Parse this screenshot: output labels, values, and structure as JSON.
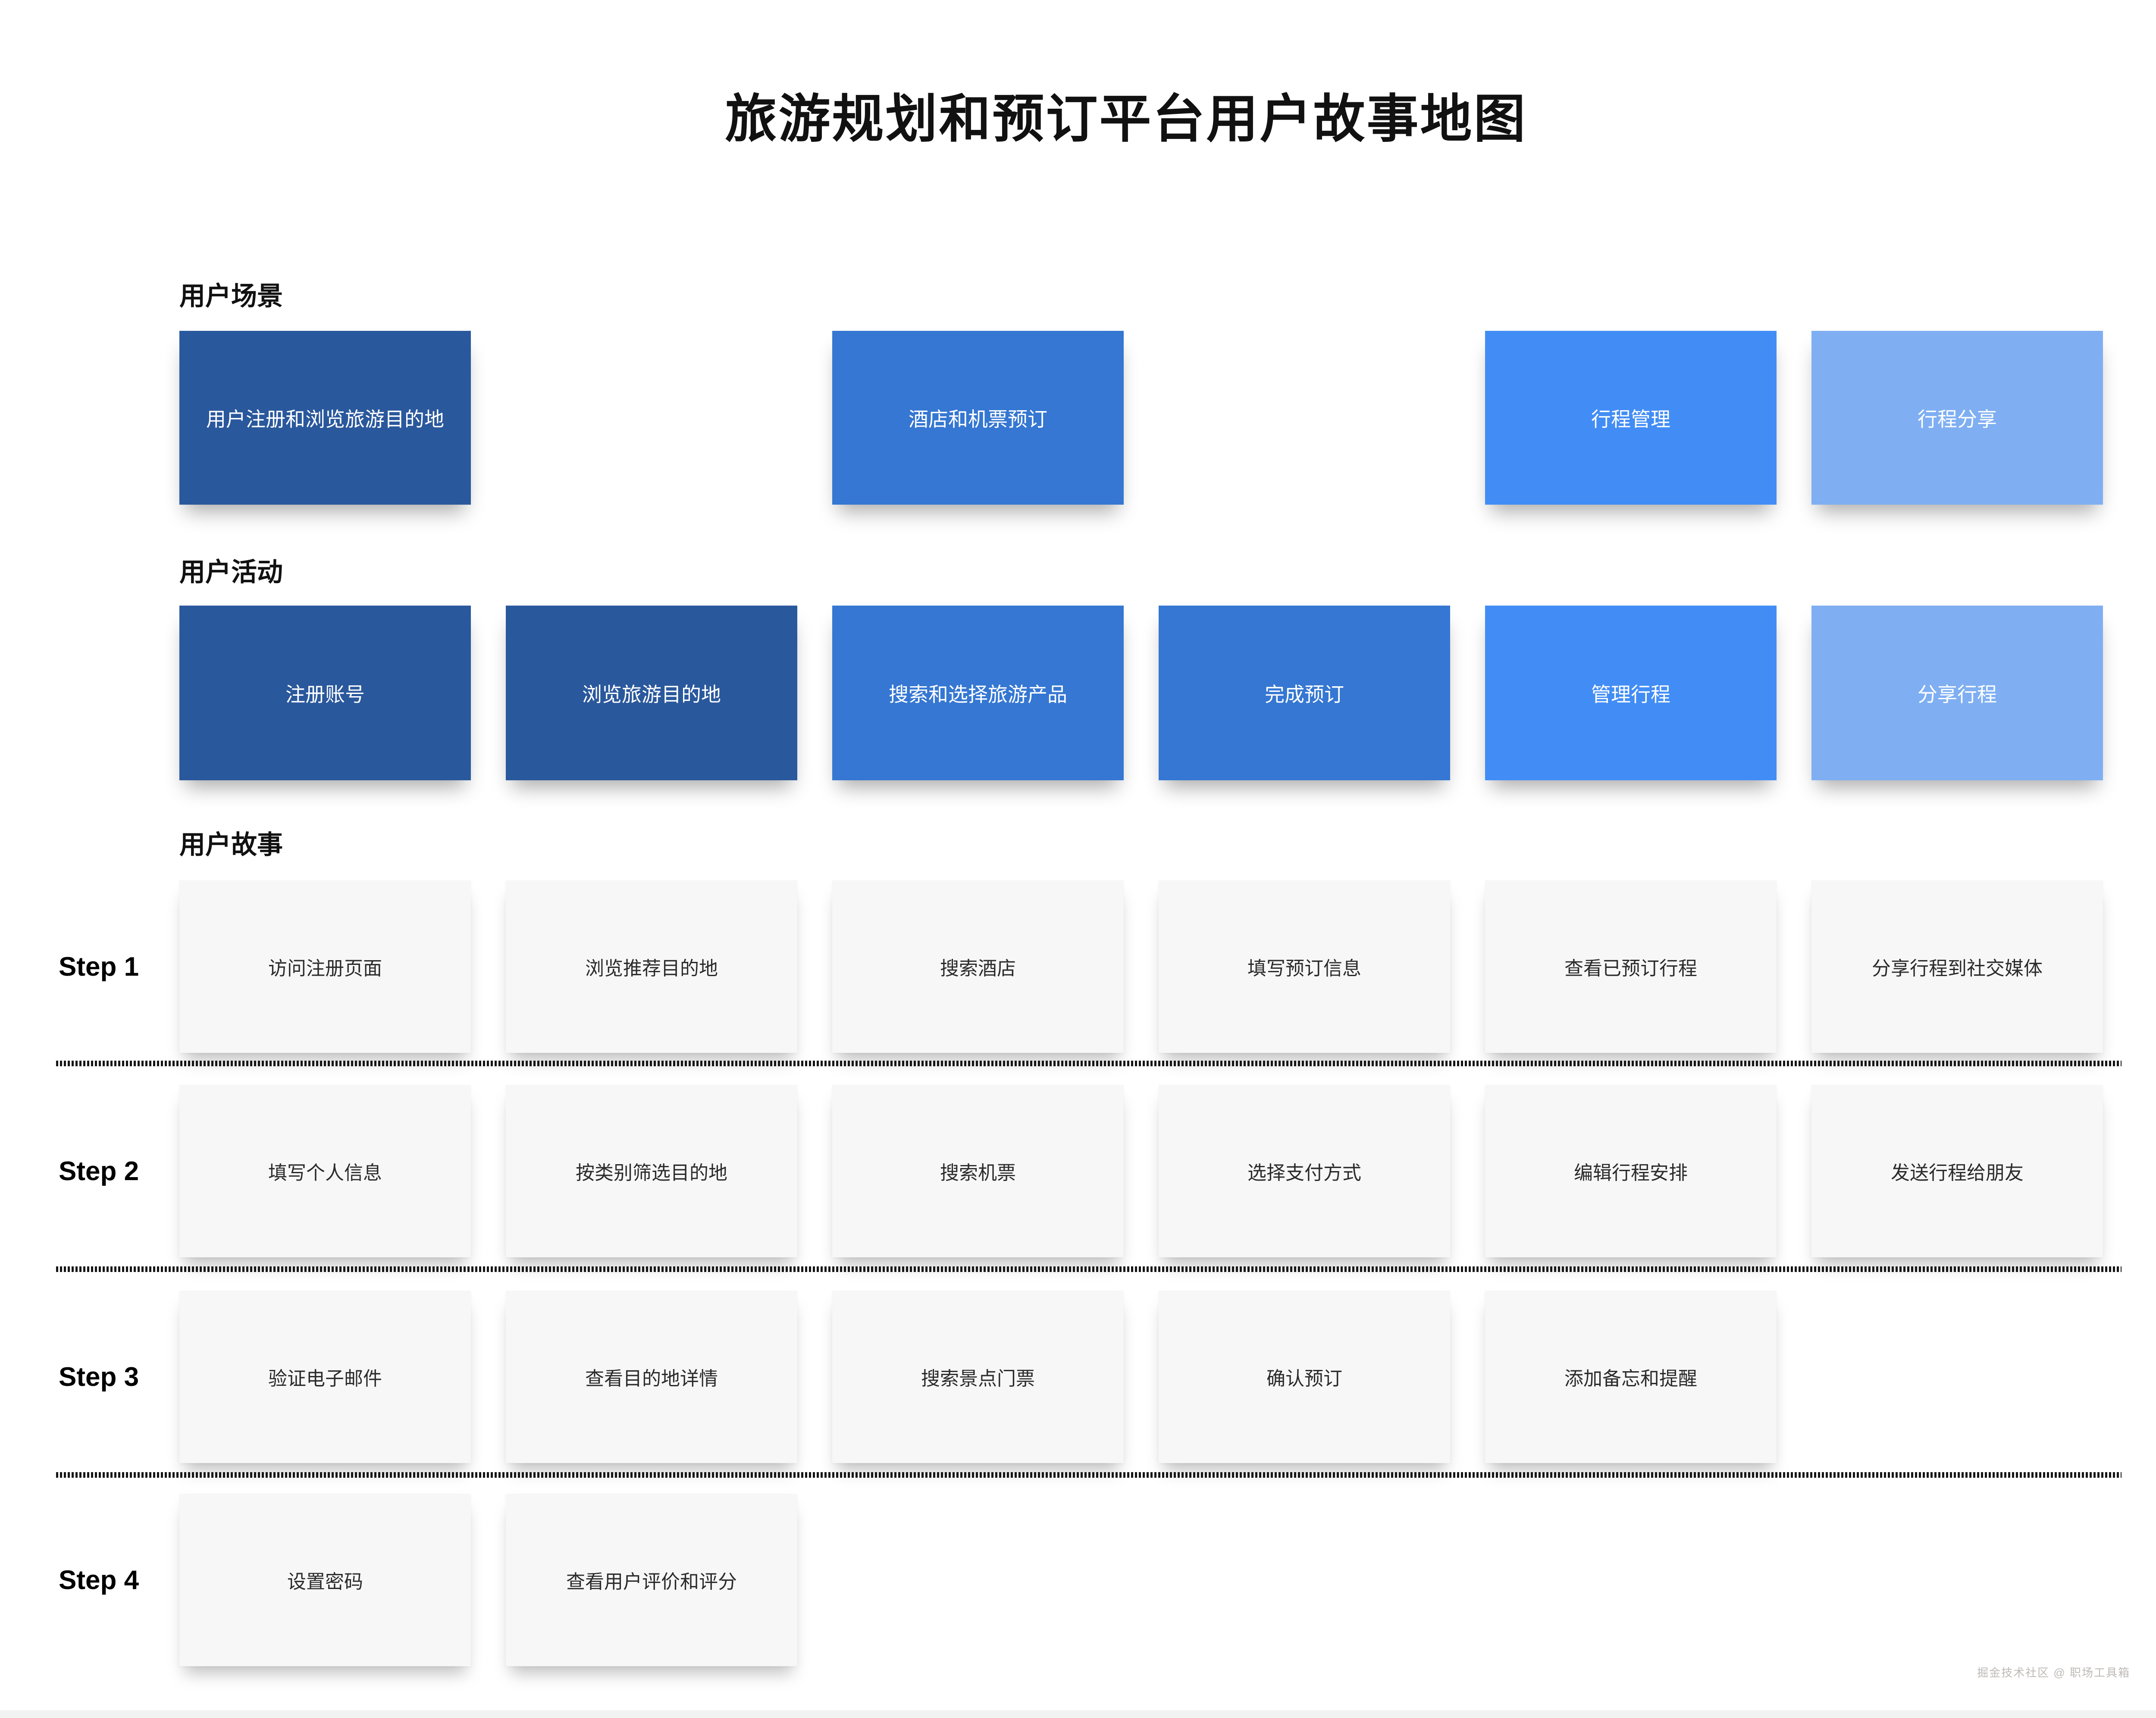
{
  "title": "旅游规划和预订平台用户故事地图",
  "sections": {
    "scenarios_label": "用户场景",
    "activities_label": "用户活动",
    "stories_label": "用户故事"
  },
  "scenarios": [
    {
      "label": "用户注册和浏览旅游目的地",
      "color": "#2A589C"
    },
    {
      "label": "酒店和机票预订",
      "color": "#3577D2"
    },
    {
      "label": "行程管理",
      "color": "#428DF5"
    },
    {
      "label": "行程分享",
      "color": "#7FAFF2"
    }
  ],
  "activities": [
    {
      "label": "注册账号",
      "color": "#2A589C"
    },
    {
      "label": "浏览旅游目的地",
      "color": "#2A589C"
    },
    {
      "label": "搜索和选择旅游产品",
      "color": "#3577D2"
    },
    {
      "label": "完成预订",
      "color": "#3577D2"
    },
    {
      "label": "管理行程",
      "color": "#428DF5"
    },
    {
      "label": "分享行程",
      "color": "#7FAFF2"
    }
  ],
  "steps": [
    {
      "label": "Step 1",
      "cards": [
        "访问注册页面",
        "浏览推荐目的地",
        "搜索酒店",
        "填写预订信息",
        "查看已预订行程",
        "分享行程到社交媒体"
      ]
    },
    {
      "label": "Step 2",
      "cards": [
        "填写个人信息",
        "按类别筛选目的地",
        "搜索机票",
        "选择支付方式",
        "编辑行程安排",
        "发送行程给朋友"
      ]
    },
    {
      "label": "Step 3",
      "cards": [
        "验证电子邮件",
        "查看目的地详情",
        "搜索景点门票",
        "确认预订",
        "添加备忘和提醒"
      ]
    },
    {
      "label": "Step 4",
      "cards": [
        "设置密码",
        "查看用户评价和评分"
      ]
    }
  ],
  "watermark": "掘金技术社区 @ 职场工具箱",
  "colors": {
    "note_dark": "#2A589C",
    "note_medium": "#3577D2",
    "note_bright": "#428DF5",
    "note_light": "#7FAFF2",
    "card_bg": "#F7F7F7",
    "footer_strip": "#F2F2F2",
    "note_text": "#FFFFFF",
    "card_text": "#2B2B2B"
  }
}
